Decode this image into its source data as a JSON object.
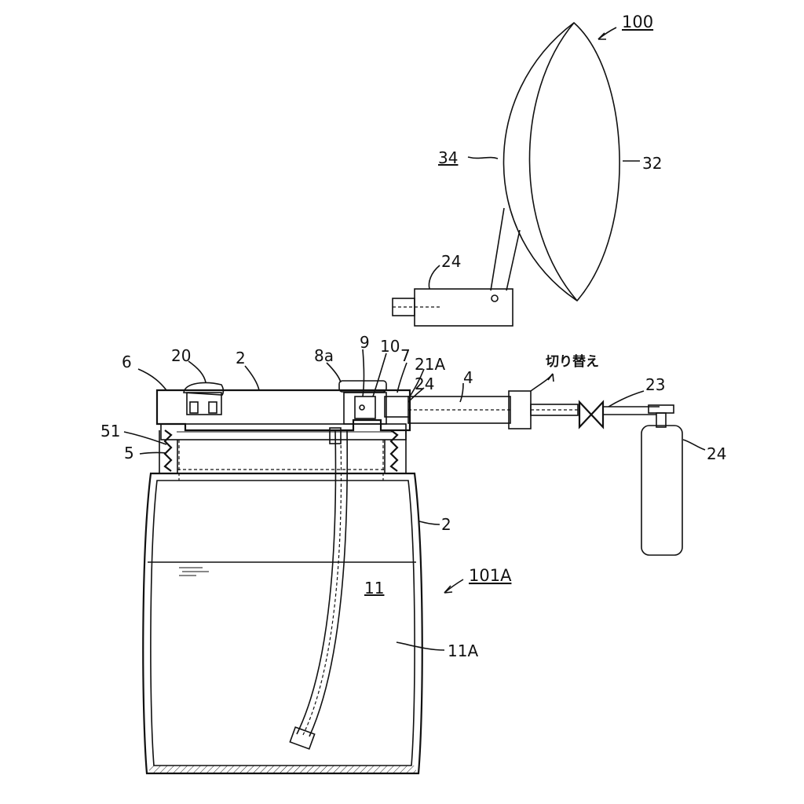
{
  "labels": {
    "l100": "100",
    "l34": "34",
    "l32": "32",
    "l24_top": "24",
    "l6": "6",
    "l20": "20",
    "l2_top": "2",
    "l8a": "8a",
    "l9": "9",
    "l10": "10",
    "l7": "7",
    "l21A": "21A",
    "l24_mid": "24",
    "l4": "4",
    "switch_text": "切り替え",
    "l23": "23",
    "l24_right": "24",
    "l51": "51",
    "l5": "5",
    "l2_side": "2",
    "l101A": "101A",
    "l11": "11",
    "l11A": "11A"
  }
}
